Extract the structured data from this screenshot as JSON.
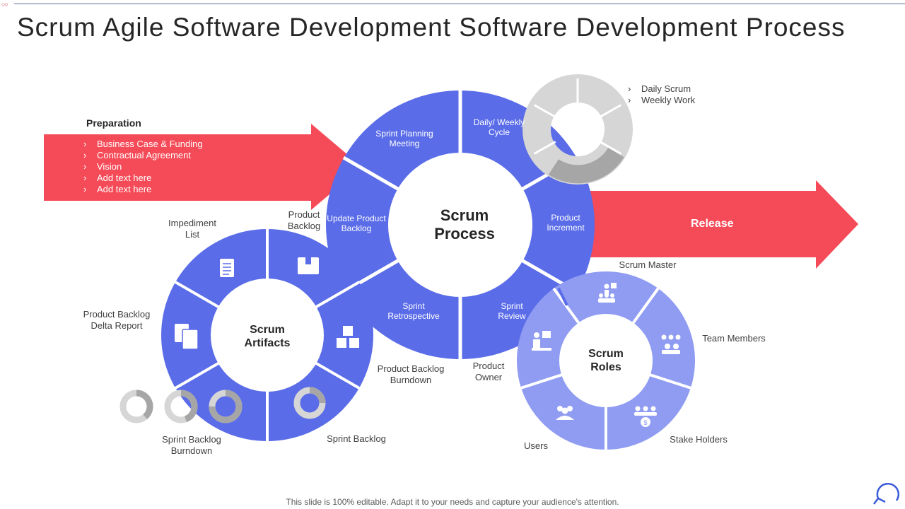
{
  "title": "Scrum Agile Software Development Software Development Process",
  "colors": {
    "process_blue": "#5a6ce8",
    "roles_blue": "#8f9cf2",
    "arrow_red": "#f54a57",
    "ring_gray_light": "#d6d6d6",
    "ring_gray_dark": "#a6a6a6"
  },
  "preparation": {
    "title": "Preparation",
    "items": [
      "Business Case & Funding",
      "Contractual Agreement",
      "Vision",
      "Add text here",
      "Add text here"
    ]
  },
  "release": {
    "label": "Release"
  },
  "daily_cycle": {
    "items": [
      "Daily Scrum",
      "Weekly Work"
    ]
  },
  "process": {
    "center": "Scrum Process",
    "segments": [
      "Daily/ Weekly Cycle",
      "Product Increment",
      "Sprint Review",
      "Sprint Retrospective",
      "Update Product Backlog",
      "Sprint Planning Meeting"
    ]
  },
  "artifacts": {
    "center": "Scrum Artifacts",
    "labels": [
      "Product Backlog",
      "Product Backlog Burndown",
      "Sprint Backlog",
      "Sprint Backlog Burndown",
      "Product Backlog Delta Report",
      "Impediment List"
    ],
    "icons": [
      "box-icon",
      "stacked-boxes-icon",
      "donut-progress-icon",
      "documents-icon",
      "document-icon"
    ]
  },
  "roles": {
    "center": "Scrum Roles",
    "labels": [
      "Scrum Master",
      "Team Members",
      "Stake Holders",
      "Users",
      "Product Owner"
    ],
    "icons": [
      "presenter-icon",
      "team-members-icon",
      "stakeholders-icon",
      "users-group-icon",
      "product-owner-icon"
    ]
  },
  "footer": "This slide is 100% editable. Adapt it to your needs and capture your audience's attention."
}
